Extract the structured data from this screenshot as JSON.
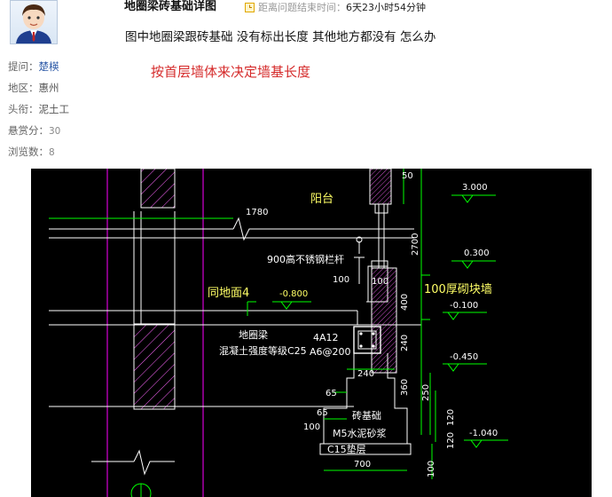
{
  "header": {
    "title": "地圈梁砖基础详图",
    "timer_prefix": "距离问题结束时间：",
    "timer_value": "6天23小时54分钟"
  },
  "question_text": "图中地圈梁跟砖基础 没有标出长度 其他地方都没有  怎么办",
  "answer_text": "按首层墙体来决定墙基长度",
  "asker": {
    "asker_label": "提问：",
    "asker_name": "楚楧",
    "region_label": "地区：",
    "region_value": "惠州",
    "title_label": "头衔：",
    "title_value": "泥土工",
    "bounty_label": "悬赏分：",
    "bounty_value": "30",
    "views_label": "浏览数：",
    "views_value": "8"
  },
  "drawing": {
    "balcony": "阳台",
    "dim_1780": "1780",
    "dim_50": "50",
    "dim_2700": "2700",
    "elev_3000": "3.000",
    "elev_0300": "0.300",
    "railing": "900高不锈钢栏杆",
    "dim_100a": "100",
    "dim_100b": "100",
    "same_floor": "同地面4",
    "elev_m0800": "-0.800",
    "block_wall": "100厚砌块墙",
    "dim_400": "400",
    "elev_m0100": "-0.100",
    "ring_beam": "地圈梁",
    "rebar_main": "4A12",
    "concrete": "混凝土强度等级C25",
    "stirrup": "A6@200",
    "dim_240a": "240",
    "elev_m0450": "-0.450",
    "dim_240b": "240",
    "dim_65a": "65",
    "dim_360": "360",
    "dim_250": "250",
    "dim_65b": "65",
    "brick_found": "砖基础",
    "dim_120a": "120",
    "dim_100c": "100",
    "mortar": "M5水泥砂浆",
    "dim_120b": "120",
    "elev_m1040": "-1.040",
    "cushion": "C15垫层",
    "dim_700": "700",
    "dim_100d": "100"
  },
  "colors": {
    "answer": "#d52b2b",
    "link": "#2b58a6",
    "cad_bg": "#000000",
    "cad_wall": "#ffffff",
    "cad_hatch": "#ff66ff",
    "cad_dim": "#00ff00",
    "cad_text": "#ffff66",
    "cad_axis": "#ff00ff"
  }
}
